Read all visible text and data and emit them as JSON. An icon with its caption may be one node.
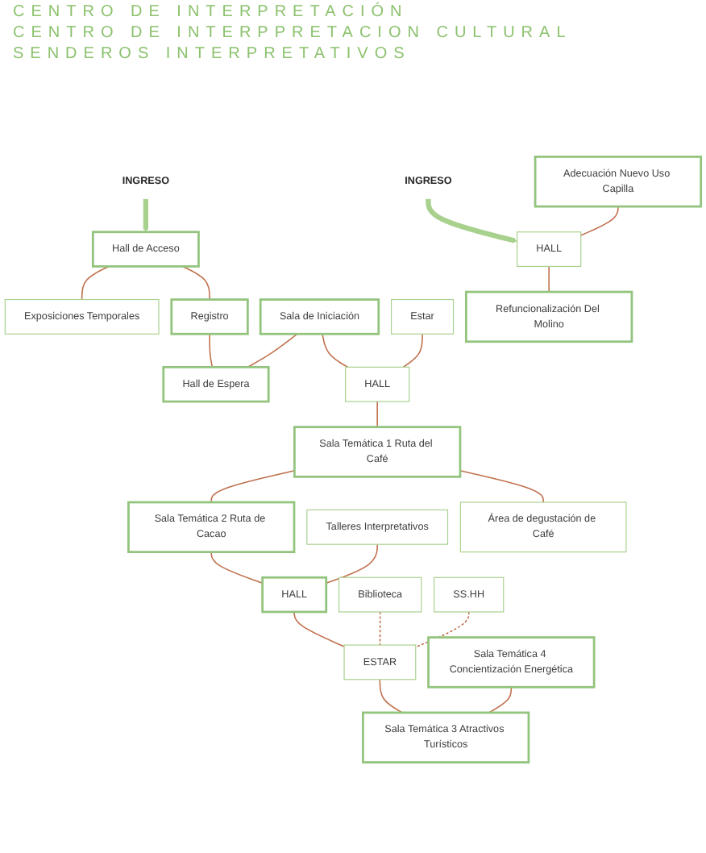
{
  "diagram": {
    "nodes": [
      {
        "text": [
          "INGRESO"
        ]
      },
      {
        "text": [
          "Hall de Acceso"
        ]
      },
      {
        "text": [
          "Exposiciones Temporales"
        ]
      },
      {
        "text": [
          "Registro"
        ]
      },
      {
        "text": [
          "Hall de Espera"
        ]
      },
      {
        "text": [
          "Sala de Iniciación"
        ]
      },
      {
        "text": [
          "Estar"
        ]
      },
      {
        "text": [
          "HALL"
        ]
      },
      {
        "text": [
          "Talleres Interpretativos"
        ]
      },
      {
        "text": [
          "Sala Temática 1 Ruta del Café"
        ]
      },
      {
        "text": [
          "Sala Temática 2 Ruta de Cacao"
        ]
      },
      {
        "text": [
          "HALL"
        ]
      },
      {
        "text": [
          "Área de degustación de Café"
        ]
      },
      {
        "text": [
          "Biblioteca"
        ]
      },
      {
        "text": [
          "ESTAR"
        ]
      },
      {
        "text": [
          "SS.HH"
        ]
      },
      {
        "text": [
          "Sala Temática 4 Concientización Energética"
        ]
      },
      {
        "text": [
          "Sala Temática 3 Atractivos Turísticos"
        ]
      },
      {
        "text": [
          "INGRESO"
        ]
      },
      {
        "text": [
          "Adecuación Nuevo Uso Capilla"
        ]
      },
      {
        "text": [
          "HALL"
        ]
      },
      {
        "text": [
          "Refuncionalización Del Molino"
        ]
      }
    ],
    "edges": [
      {
        "from": 0,
        "to": 1,
        "arrow": "to",
        "style": "thick",
        "color": "#a9d18e"
      },
      {
        "from": 1,
        "to": 2,
        "arrow": "none"
      },
      {
        "from": 1,
        "to": 3,
        "arrow": "none"
      },
      {
        "from": 3,
        "to": 4,
        "arrow": "none"
      },
      {
        "from": 5,
        "to": 4,
        "arrow": "none"
      },
      {
        "from": 5,
        "to": 7,
        "arrow": "none"
      },
      {
        "from": 6,
        "to": 7,
        "arrow": "none"
      },
      {
        "from": 7,
        "to": 9,
        "arrow": "none"
      },
      {
        "from": 9,
        "to": 10,
        "arrow": "none"
      },
      {
        "from": 9,
        "to": 12,
        "arrow": "none"
      },
      {
        "from": 10,
        "to": 11,
        "arrow": "none"
      },
      {
        "from": 8,
        "to": 11,
        "arrow": "none"
      },
      {
        "from": 11,
        "to": 14,
        "arrow": "none"
      },
      {
        "from": 13,
        "to": 14,
        "arrow": "none",
        "style": "dashed"
      },
      {
        "from": 15,
        "to": 14,
        "arrow": "none",
        "style": "dashed"
      },
      {
        "from": 14,
        "to": 17,
        "arrow": "none"
      },
      {
        "from": 16,
        "to": 17,
        "arrow": "none"
      },
      {
        "from": 18,
        "to": 20,
        "arrow": "to",
        "style": "thick",
        "color": "#a9d18e"
      },
      {
        "from": 19,
        "to": 20,
        "arrow": "none"
      },
      {
        "from": 20,
        "to": 21,
        "arrow": "none"
      }
    ],
    "labels": [
      "CENTRO DE INTERPRETACIÓN",
      "CENTRO DE INTERPPRETACION CULTURAL",
      "SENDEROS INTERPRETATIVOS"
    ]
  }
}
